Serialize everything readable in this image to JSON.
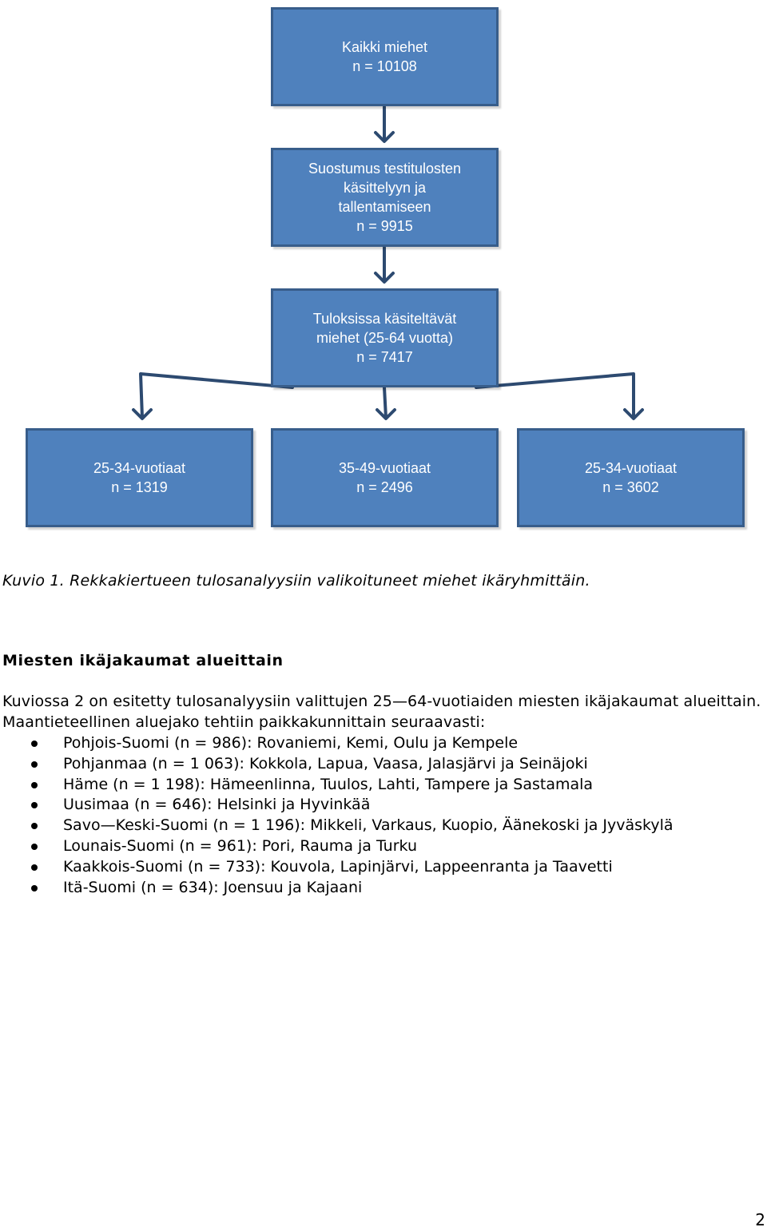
{
  "flowchart": {
    "top": {
      "text": "Kaikki miehet\nn = 10108"
    },
    "consent": {
      "text": "Suostumus testitulosten\nkäsittelyyn ja\ntallentamiseen\nn = 9915"
    },
    "analysed": {
      "text": "Tuloksissa käsiteltävät\nmiehet (25-64 vuotta)\nn = 7417"
    },
    "groups": [
      {
        "text": "25-34-vuotiaat\nn = 1319"
      },
      {
        "text": "35-49-vuotiaat\nn = 2496"
      },
      {
        "text": "25-34-vuotiaat\nn = 3602"
      }
    ],
    "colors": {
      "fill": "#4f81bd",
      "border": "#385d8a",
      "arrow": "#2d4a70"
    }
  },
  "caption": "Kuvio 1. Rekkakiertueen tulosanalyysiin valikoituneet miehet ikäryhmittäin.",
  "section": {
    "heading": "Miesten ikäjakaumat alueittain",
    "paragraph": "Kuviossa 2 on esitetty tulosanalyysiin valittujen 25—64-vuotiaiden miesten ikäjakaumat alueittain. Maantieteellinen aluejako tehtiin paikkakunnittain seuraavasti:",
    "regions": [
      "Pohjois-Suomi (n = 986): Rovaniemi, Kemi, Oulu ja Kempele",
      "Pohjanmaa (n = 1 063): Kokkola, Lapua, Vaasa, Jalasjärvi ja Seinäjoki",
      "Häme (n = 1 198): Hämeenlinna, Tuulos, Lahti, Tampere ja Sastamala",
      "Uusimaa (n = 646): Helsinki ja Hyvinkää",
      "Savo—Keski-Suomi (n = 1 196): Mikkeli, Varkaus, Kuopio, Äänekoski ja Jyväskylä",
      "Lounais-Suomi (n = 961): Pori, Rauma ja Turku",
      "Kaakkois-Suomi (n = 733): Kouvola, Lapinjärvi, Lappeenranta ja Taavetti",
      "Itä-Suomi (n = 634): Joensuu ja Kajaani"
    ]
  },
  "page_number": "2"
}
